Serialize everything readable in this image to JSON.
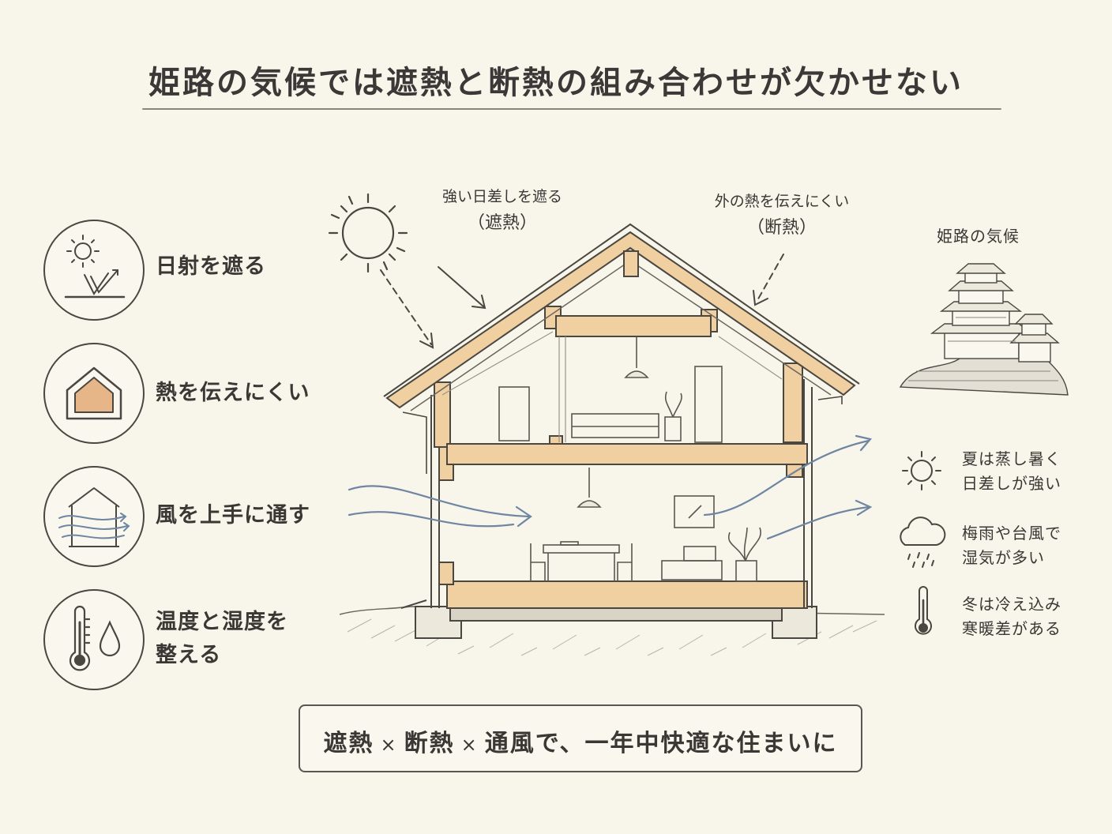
{
  "title": "姫路の気候では遮熱と断熱の組み合わせが欠かせない",
  "features": [
    {
      "label": "日射を遮る",
      "icon": "sun-reflect-icon"
    },
    {
      "label": "熱を伝えにくい",
      "icon": "insulated-house-icon"
    },
    {
      "label": "風を上手に通す",
      "icon": "wind-house-icon"
    },
    {
      "label_line1": "温度と湿度を",
      "label_line2": "整える",
      "icon": "thermometer-drop-icon"
    }
  ],
  "callouts": {
    "shading": {
      "line1": "強い日差しを遮る",
      "line2": "（遮熱）"
    },
    "insulation": {
      "line1": "外の熱を伝えにくい",
      "line2": "（断熱）"
    }
  },
  "climate": {
    "heading": "姫路の気候",
    "items": [
      {
        "line1": "夏は蒸し暑く",
        "line2": "日差しが強い",
        "icon": "sun-icon"
      },
      {
        "line1": "梅雨や台風で",
        "line2": "湿気が多い",
        "icon": "rain-cloud-icon"
      },
      {
        "line1": "冬は冷え込み",
        "line2": "寒暖差がある",
        "icon": "thermometer-icon"
      }
    ]
  },
  "banner": {
    "part1": "遮熱",
    "sep": "×",
    "part2": "断熱",
    "part3": "通風で、一年中快適な住まいに"
  },
  "colors": {
    "background": "#f8f5ea",
    "ink": "#3a3835",
    "wood": "#f0cfa0",
    "wind": "#6f86a3"
  }
}
